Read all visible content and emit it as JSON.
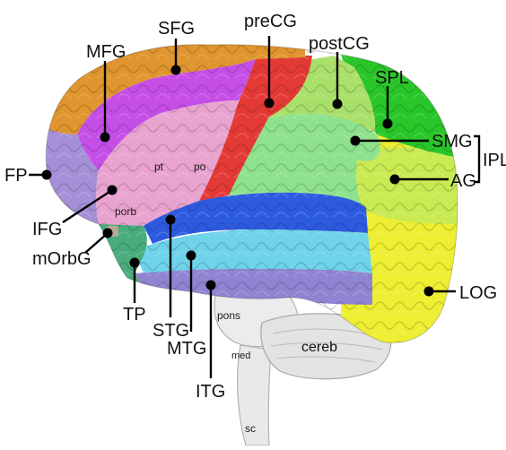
{
  "figure": {
    "labels": {
      "sfg": "SFG",
      "precg": "preCG",
      "mfg": "MFG",
      "postcg": "postCG",
      "spl": "SPL",
      "smg": "SMG",
      "ipl": "IPL",
      "ag": "AG",
      "fp": "FP",
      "ifg": "IFG",
      "morbg": "mOrbG",
      "tp": "TP",
      "stg": "STG",
      "mtg": "MTG",
      "itg": "ITG",
      "log": "LOG"
    },
    "inner_labels": {
      "pt": "pt",
      "po": "po",
      "porb": "porb",
      "pons": "pons",
      "med": "med",
      "cereb": "cereb",
      "sc": "sc"
    },
    "region_colors": {
      "sfg": "#e0952e",
      "mfg": "#c54fe6",
      "ifg": "#e9a3cf",
      "precg": "#e43a36",
      "postcg": "#a9e06a",
      "spl": "#29c629",
      "smg": "#8fe28d",
      "ag": "#c9ea52",
      "log": "#eeee33",
      "fp": "#a590d8",
      "tp": "#48ac7c",
      "stg": "#2d5be0",
      "mtg": "#6fd3ea",
      "itg": "#8f84d2",
      "brainstem": "#e6e6e6"
    }
  }
}
